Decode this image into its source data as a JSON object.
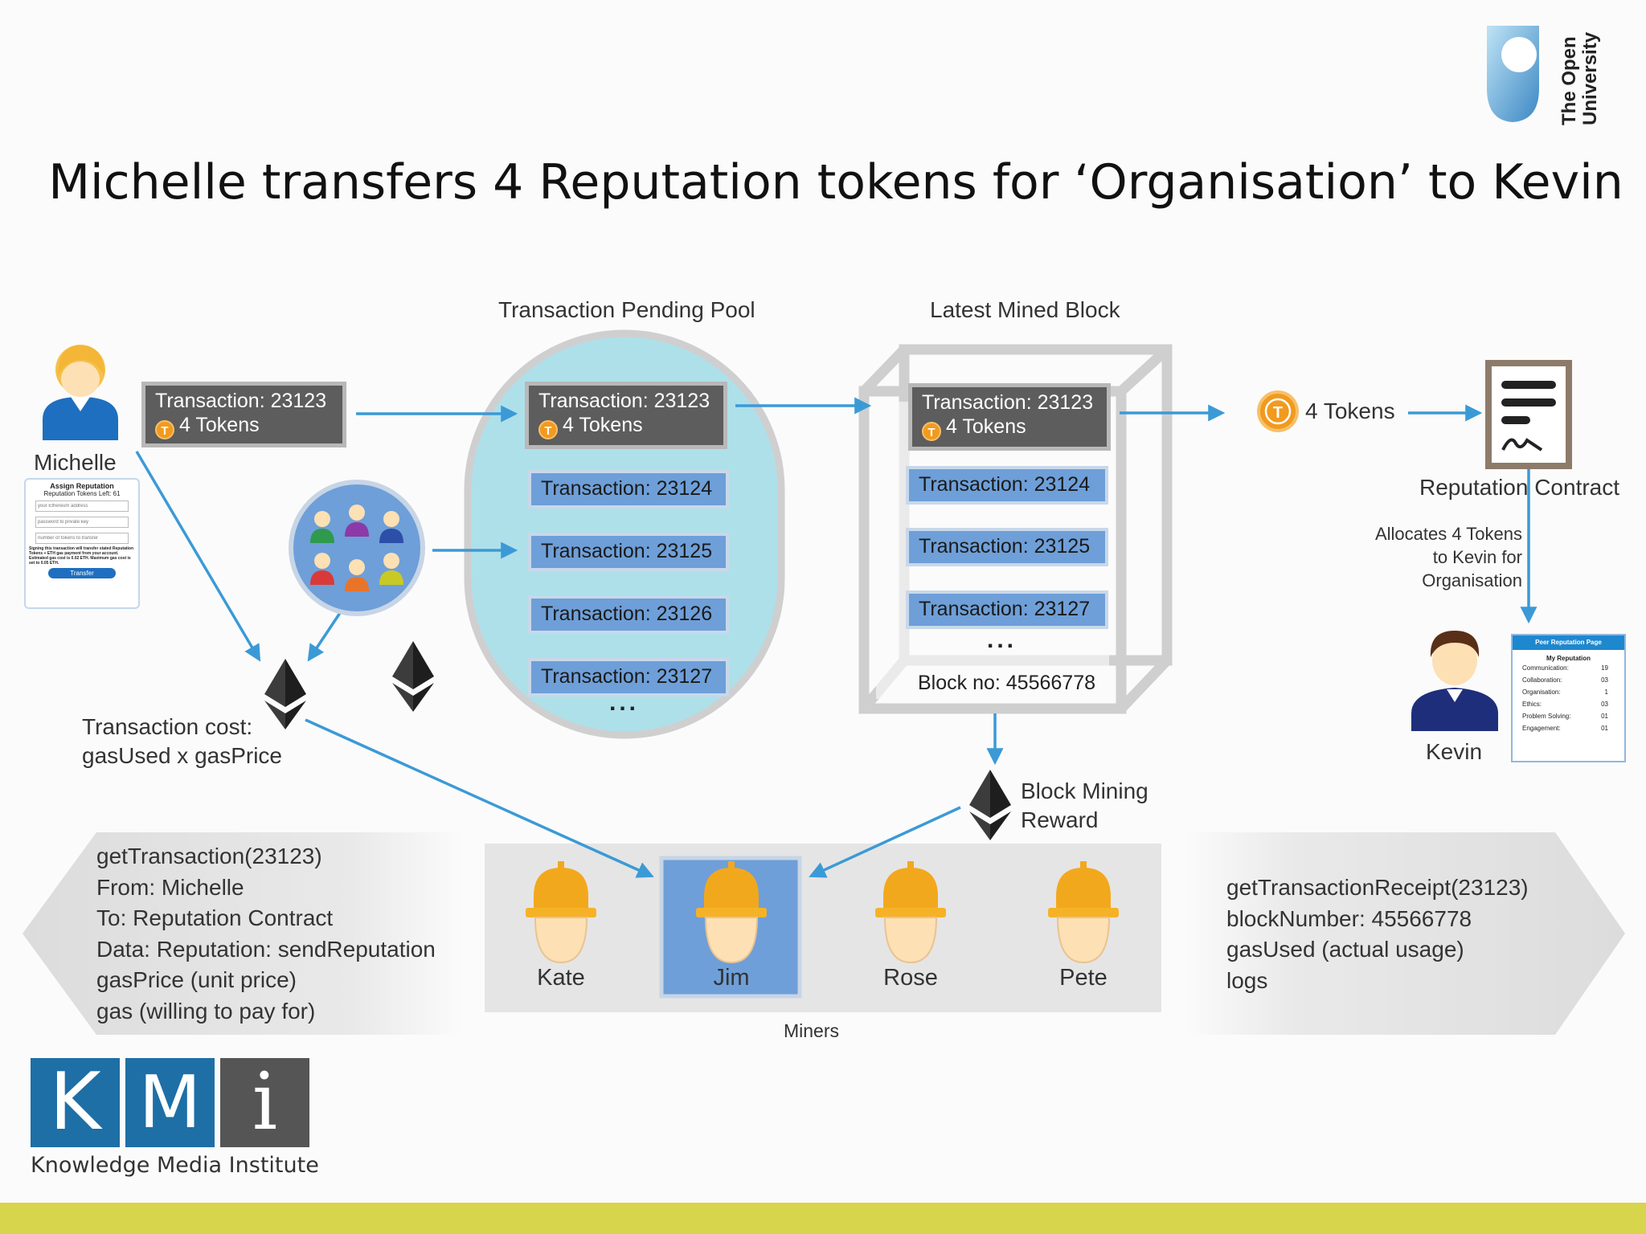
{
  "title": "Michelle transfers 4 Reputation tokens for ‘Organisation’ to Kevin",
  "logos": {
    "open_university": "The Open University",
    "kmi_letters": [
      "K",
      "M",
      "i"
    ],
    "kmi_name": "Knowledge Media Institute"
  },
  "colors": {
    "accent_blue": "#3b9ad6",
    "tx_blue": "#6e9fd8",
    "tx_dark": "#5d5d5d",
    "pool_fill": "#aee0ea",
    "coin_orange": "#f19a1e",
    "footer": "#d6d54b",
    "kmi_blue": "#1e6fa6",
    "kmi_grey": "#555555"
  },
  "michelle": {
    "name": "Michelle",
    "tx_label": "Transaction: 23123",
    "tokens": "4 Tokens",
    "form": {
      "title": "Assign Reputation",
      "tokens_left": "Reputation Tokens Left: 61",
      "address_placeholder": "your Ethereum address",
      "key_placeholder": "password to private key",
      "amount_placeholder": "number of tokens to transfer",
      "note": "Signing this transaction will transfer stated Reputation Tokens + ETH gas payment from your account. Estimated gas cost is 0.02 ETH. Maximum gas cost is set to 0.05 ETH.",
      "button": "Transfer"
    }
  },
  "pool": {
    "header": "Transaction Pending Pool",
    "first": {
      "label": "Transaction: 23123",
      "tokens": "4 Tokens"
    },
    "items": [
      "Transaction: 23124",
      "Transaction: 23125",
      "Transaction: 23126",
      "Transaction: 23127"
    ],
    "more": "..."
  },
  "block": {
    "header": "Latest Mined Block",
    "first": {
      "label": "Transaction: 23123",
      "tokens": "4 Tokens"
    },
    "items": [
      "Transaction: 23124",
      "Transaction: 23125",
      "Transaction: 23127"
    ],
    "more": "...",
    "number": "Block no: 45566778"
  },
  "contract": {
    "tokens": "4 Tokens",
    "name": "Reputation Contract",
    "allocates": [
      "Allocates 4 Tokens",
      "to Kevin for",
      "Organisation"
    ]
  },
  "kevin": {
    "name": "Kevin",
    "page": {
      "title": "Peer Reputation Page",
      "subtitle": "My Reputation",
      "rows": [
        {
          "k": "Communication:",
          "v": "19"
        },
        {
          "k": "Collaboration:",
          "v": "03"
        },
        {
          "k": "Organisation:",
          "v": "1"
        },
        {
          "k": "Ethics:",
          "v": "03"
        },
        {
          "k": "Problem Solving:",
          "v": "01"
        },
        {
          "k": "Engagement:",
          "v": "01"
        }
      ]
    }
  },
  "cost": [
    "Transaction cost:",
    "gasUsed x gasPrice"
  ],
  "reward": [
    "Block Mining",
    "Reward"
  ],
  "get_tx": [
    "getTransaction(23123)",
    "From: Michelle",
    "To: Reputation Contract",
    "Data: Reputation: sendReputation",
    "gasPrice (unit price)",
    "gas (willing to pay for)"
  ],
  "get_receipt": [
    "getTransactionReceipt(23123)",
    "blockNumber: 45566778",
    "gasUsed (actual usage)",
    "logs"
  ],
  "miners": {
    "caption": "Miners",
    "names": [
      "Kate",
      "Jim",
      "Rose",
      "Pete"
    ],
    "selected": "Jim"
  },
  "icons": [
    "ethereum-icon",
    "token-coin-icon",
    "contract-document-icon",
    "user-icon",
    "group-icon",
    "miner-helmet-icon",
    "open-university-shield-icon"
  ]
}
